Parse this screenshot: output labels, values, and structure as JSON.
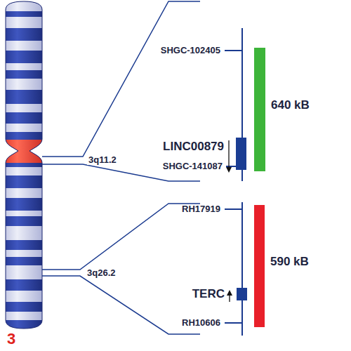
{
  "diagram": {
    "nodes": [
      {
        "text": [
          "3"
        ]
      },
      {
        "text": [
          "640 kB"
        ]
      },
      {
        "text": [
          "LINC00879"
        ]
      },
      {
        "text": [
          "590 kB"
        ]
      },
      {
        "text": [
          "TERC"
        ]
      }
    ],
    "labels": [
      "3q11.2",
      "SHGC-102405",
      "SHGC-141087",
      "3q26.2",
      "RH17919",
      "RH10606"
    ]
  }
}
